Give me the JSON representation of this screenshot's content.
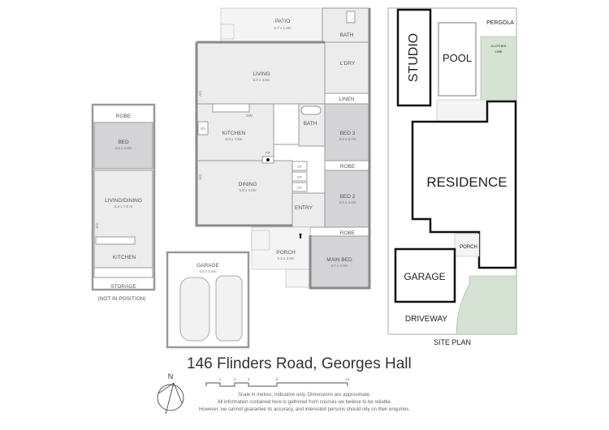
{
  "title": "146 Flinders Road, Georges Hall",
  "disclaimer": [
    "Scale in metres, Indicative only. Dimensions are approximate.",
    "All information contained here is gathered from sources we believe to be reliable.",
    "However, we cannot guarantee its accuracy, and interested persons should rely on their enquiries."
  ],
  "scale_ticks": [
    "1",
    "2",
    "3",
    "5",
    "10"
  ],
  "north_label": "N",
  "main_house": {
    "patio": {
      "name": "PATIO",
      "dims": "5.7 x 1.8m"
    },
    "bath_top": {
      "name": "BATH"
    },
    "living": {
      "name": "LIVING",
      "dims": "8.0 x 3.6m"
    },
    "laundry": {
      "name": "L'DRY"
    },
    "linen": {
      "name": "LINEN"
    },
    "kitchen": {
      "name": "KITCHEN",
      "dims": "6.0 x 7.5m"
    },
    "ov": "OV",
    "dw": "DW",
    "ac": "A/C",
    "bath_mid": {
      "name": "BATH"
    },
    "bed3": {
      "name": "BED 3",
      "dims": "3.0 x 3.7m"
    },
    "fp": "FP",
    "dining": {
      "name": "DINING",
      "dims": "5.8 x 4.0m"
    },
    "st": [
      "ST",
      "ST",
      "ST"
    ],
    "robe1": "ROBE",
    "bed2": {
      "name": "BED 2",
      "dims": "3.0 x 4.2m"
    },
    "entry": "ENTRY",
    "robe2": "ROBE",
    "main_bed": {
      "name": "MAIN BED",
      "dims": "3.7 x 2.8m"
    },
    "porch": {
      "name": "PORCH",
      "dims": "2.3 x 2.8m"
    },
    "garage": {
      "name": "GARAGE",
      "dims": "6.5 x 5.6m"
    }
  },
  "studio": {
    "robe": "ROBE",
    "bed": {
      "name": "BED",
      "dims": "3.4 x 2.9m"
    },
    "living_dining": {
      "name": "LIVING/DINING",
      "dims": "3.4 x 7.0  m"
    },
    "ac": "A/C",
    "kitchen": "KITCHEN",
    "storage": "STORAGE",
    "note": "(NOT IN POSITION)"
  },
  "site_plan": {
    "studio": "STUDIO",
    "pool": "POOL",
    "pergola": "PERGOLA",
    "clothes_line": [
      "CLOTHES",
      "LINE"
    ],
    "residence": "RESIDENCE",
    "porch": "PORCH",
    "garage": "GARAGE",
    "driveway": "DRIVEWAY",
    "caption": "SITE PLAN"
  },
  "colors": {
    "wall": "#8a8a8a",
    "room_fill": "#ececec",
    "bedroom_fill": "#d4d4d6",
    "garden": "#d6e2d3",
    "site_outline": "#111111"
  }
}
